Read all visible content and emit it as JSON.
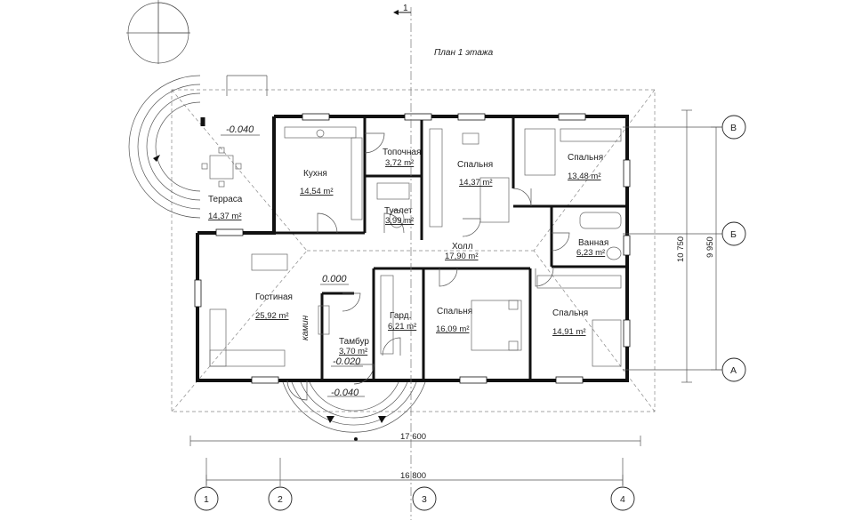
{
  "title": "План 1 этажа",
  "rooms": [
    {
      "name": "Терраса",
      "area": "14,37 m²"
    },
    {
      "name": "Кухня",
      "area": "14,54 m²"
    },
    {
      "name": "Топочная",
      "area": "3,72 m²"
    },
    {
      "name": "Туалет",
      "area": "3,99 m²"
    },
    {
      "name": "Спальня",
      "area": "14,37 m²"
    },
    {
      "name": "Спальня",
      "area": "13,48 m²"
    },
    {
      "name": "Холл",
      "area": "17,90 m²"
    },
    {
      "name": "Ванная",
      "area": "6,23 m²"
    },
    {
      "name": "Гостиная",
      "area": "25,92 m²"
    },
    {
      "name": "Гард.",
      "area": "6,21 m²"
    },
    {
      "name": "Спальня",
      "area": "16,09 m²"
    },
    {
      "name": "Спальня",
      "area": "14,91 m²"
    },
    {
      "name": "Тамбур",
      "area": "3,70 m²"
    }
  ],
  "fireplace_label": "камин",
  "levels": {
    "terrace": "-0.040",
    "hall": "0.000",
    "vestibule": "-0.020",
    "porch": "-0.040"
  },
  "dimensions": {
    "overall_width": "17 600",
    "axis_width": "16 800",
    "overall_depth": "10 750",
    "axis_depth": "9 950"
  },
  "axes_letters": [
    "В",
    "Б",
    "А"
  ],
  "axes_numbers": [
    "1",
    "2",
    "3",
    "4"
  ],
  "section_mark": "1"
}
